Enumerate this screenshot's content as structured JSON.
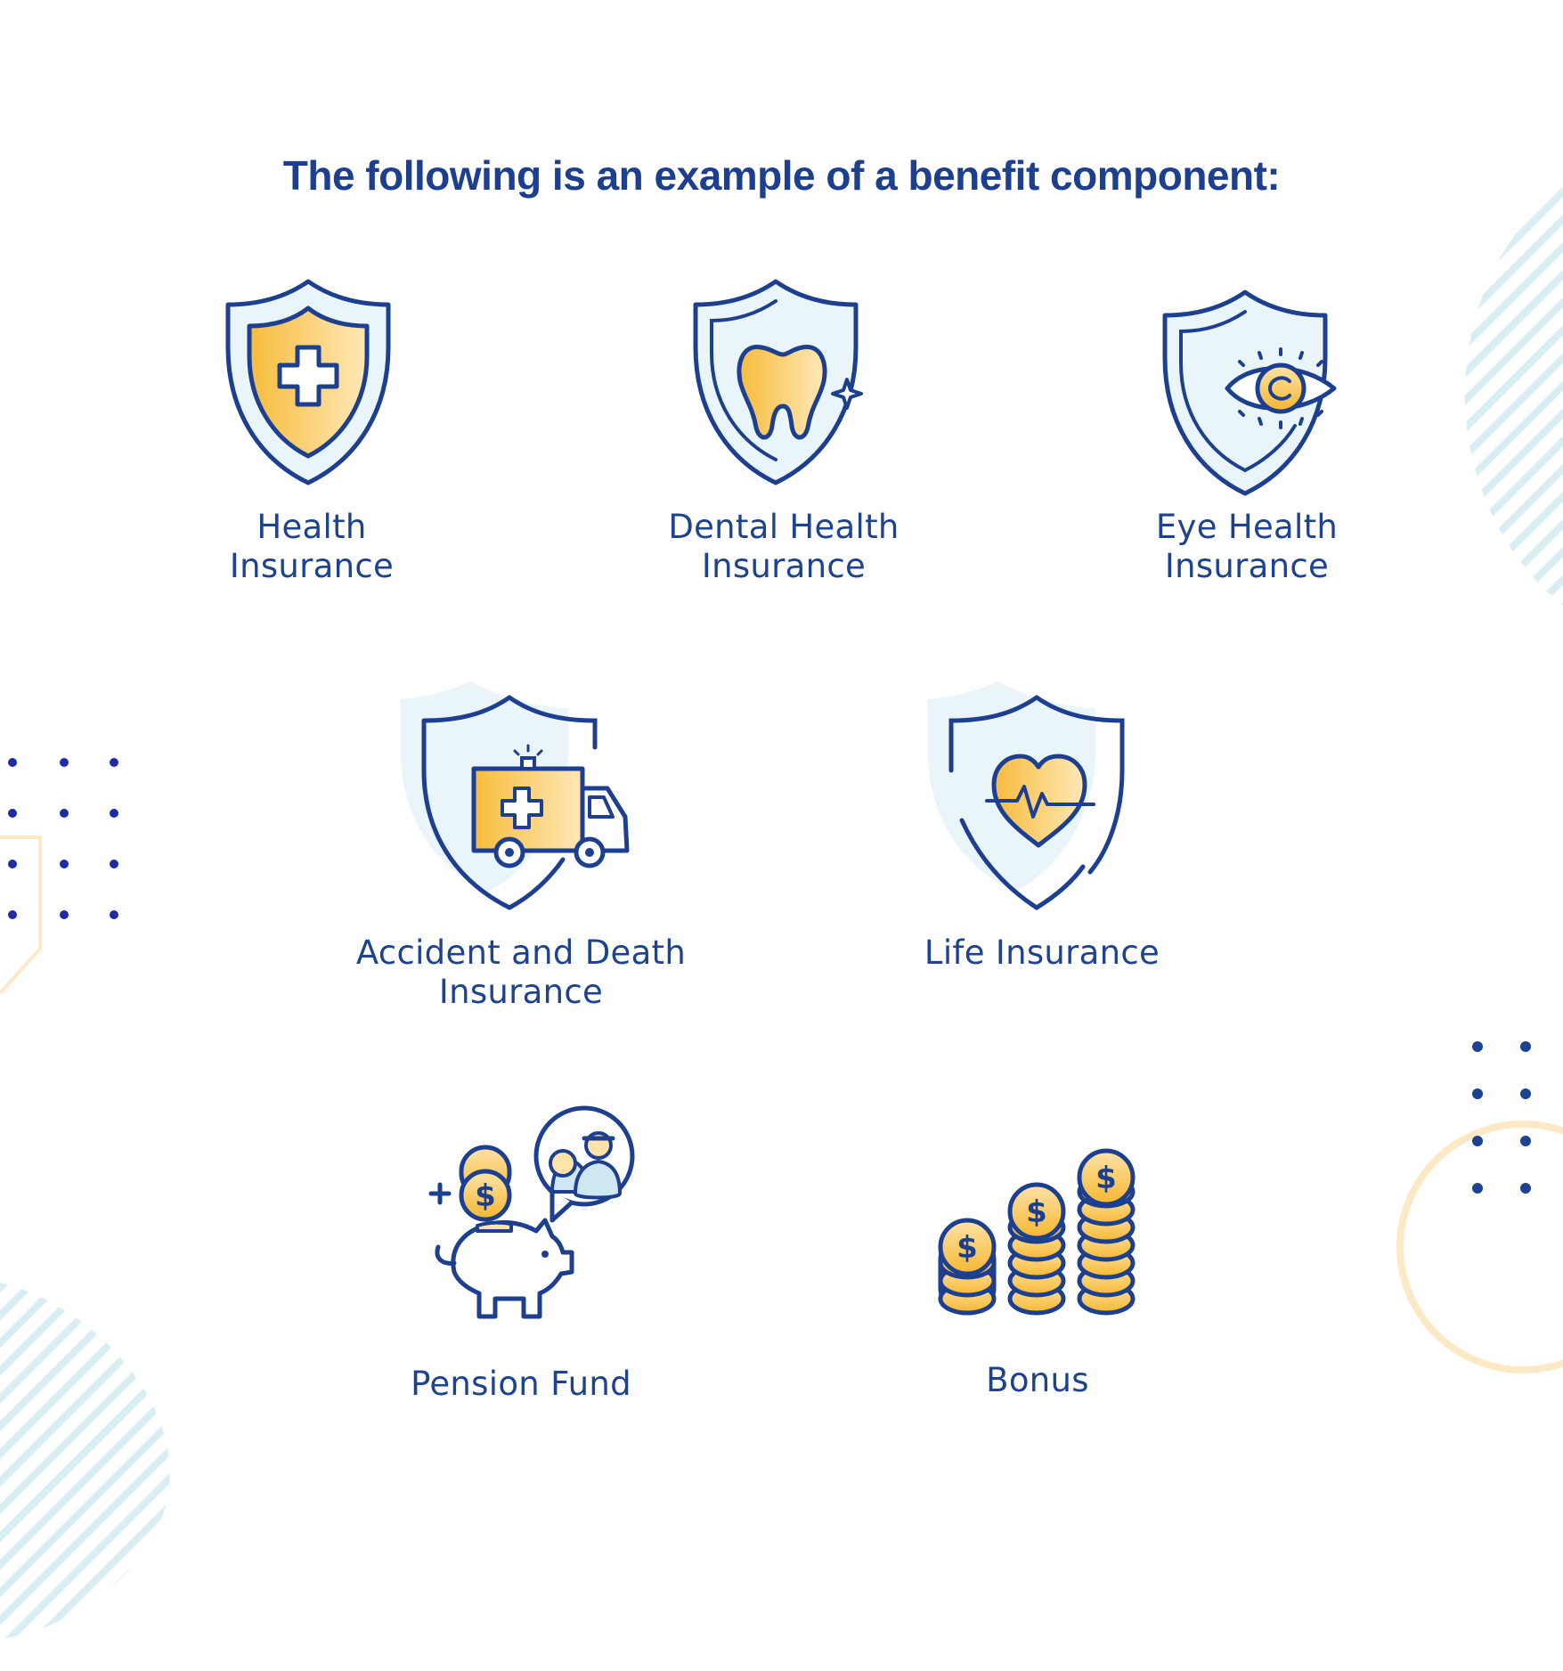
{
  "title": "The following is an example of a benefit component:",
  "colors": {
    "navy": "#1d3f8f",
    "gold": "#f7bc3c",
    "gold_light": "#ffe3a8",
    "ice": "#eaf5fa",
    "stripes": "#d8eef2",
    "ring": "#fde9c6"
  },
  "items": [
    {
      "label": "Health\nInsurance",
      "icon": "shield-cross-icon"
    },
    {
      "label": "Dental Health\nInsurance",
      "icon": "shield-tooth-icon"
    },
    {
      "label": "Eye Health\nInsurance",
      "icon": "shield-eye-icon"
    },
    {
      "label": "Accident and Death\nInsurance",
      "icon": "shield-ambulance-icon"
    },
    {
      "label": "Life Insurance",
      "icon": "shield-heart-icon"
    },
    {
      "label": "Pension Fund",
      "icon": "piggy-bank-icon"
    },
    {
      "label": "Bonus",
      "icon": "coin-stacks-icon"
    }
  ],
  "coin_symbol": "$"
}
